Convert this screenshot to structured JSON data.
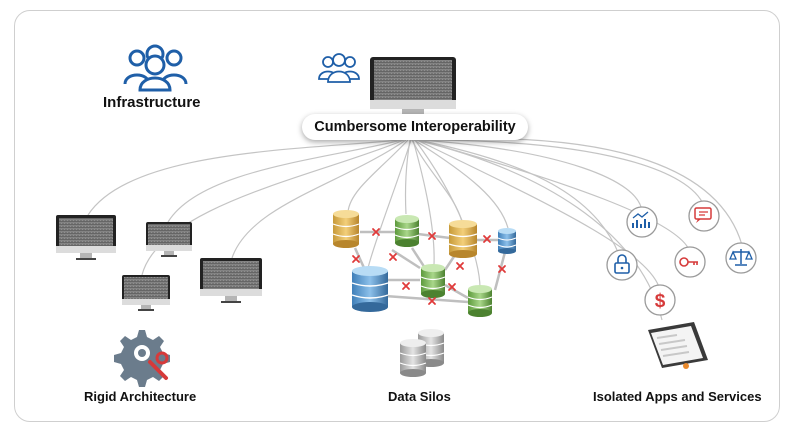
{
  "labels": {
    "infrastructure": "Infrastructure",
    "interop": "Cumbersome Interoperability",
    "rigid": "Rigid Architecture",
    "silos": "Data Silos",
    "apps": "Isolated Apps and Services"
  },
  "icons": {
    "team": "team-icon",
    "users": "users-icon",
    "gear": "gear-wrench-icon",
    "lock": "lock-icon",
    "dollar": "dollar-icon",
    "analytics": "analytics-icon",
    "key": "key-icon",
    "chat": "chat-icon",
    "scales": "scales-icon",
    "tablet": "tablet-icon"
  },
  "colors": {
    "blue": "#1f5fa8",
    "red": "#d63a3a",
    "line": "#c4c4c4",
    "cross": "#e03a3a"
  }
}
